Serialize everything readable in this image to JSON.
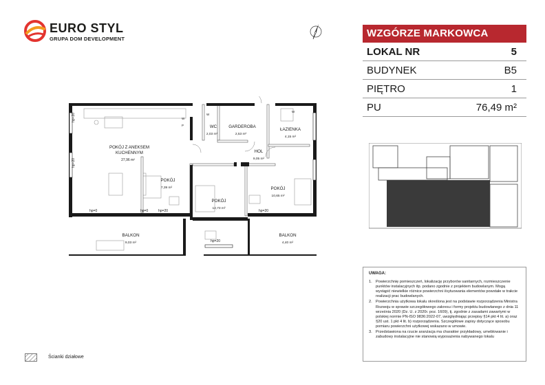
{
  "brand": {
    "name": "EURO STYL",
    "subtitle": "GRUPA DOM DEVELOPMENT",
    "colors": {
      "red": "#e3342f",
      "orange": "#f39a1e"
    }
  },
  "project": {
    "name": "WZGÓRZE MARKOWCA",
    "accent_color": "#b8282f"
  },
  "unit": {
    "lokal_label": "LOKAL NR",
    "lokal_value": "5",
    "budynek_label": "BUDYNEK",
    "budynek_value": "B5",
    "pietro_label": "PIĘTRO",
    "pietro_value": "1",
    "pu_label": "PU",
    "pu_value": "76,49 m²"
  },
  "rooms": {
    "living_1": "POKÓJ Z ANEKSEM",
    "living_2": "KUCHENNYM",
    "living_area": "27,96 m²",
    "wc": "WC",
    "wc_area": "2,03 m²",
    "garderoba": "GARDEROBA",
    "garderoba_area": "2,53 m²",
    "lazienka": "ŁAZIENKA",
    "lazienka_area": "4,15 m²",
    "hol": "HOL",
    "hol_area": "9,05 m²",
    "pokoj_small": "POKÓJ",
    "pokoj_small_area": "7,39 m²",
    "pokoj_mid": "POKÓJ",
    "pokoj_mid_area": "12,73 m²",
    "pokoj_right": "POKÓJ",
    "pokoj_right_area": "10,65 m²",
    "balkon_left": "BALKON",
    "balkon_left_area": "9,03 m²",
    "balkon_right": "BALKON",
    "balkon_right_area": "4,40 m²"
  },
  "heights": {
    "hp20": "hp=20",
    "hp0": "hp=0"
  },
  "marks": {
    "w": "W",
    "p": "P"
  },
  "notes": {
    "title": "UWAGA:",
    "items": [
      {
        "num": "1.",
        "text": "Powierzchnię pomieszczeń, lokalizację przyborów sanitarnych, rozmieszczenie punktów instalacyjnych itp. podano zgodnie z projektem budowlanym. Mogą wystąpić niewielkie różnice powierzchni i/sytuowania elementów powstałe w trakcie realizacji prac budowlanych."
      },
      {
        "num": "2.",
        "text": "Powierzchnia użytkowa lokalu określona jest na podstawie rozporządzenia Ministra Rozwoju w sprawie szczegółowego zakresu i formy projektu budowlanego z dnia 11 września 2020 (Dz. U. z 2020r. poz. 1609), tj. zgodnie z zasadami zawartymi w polskiej normie PN-ISO 9836:2022-07, uwzględniając przepisy §14 pkt 4 lit. a) oraz §20 ust. 1 pkt 4 lit. b) rozporządzenia. Szczegółowe zapisy dotyczące sposobu pomiaru powierzchni użytkowej wskazano w umowie."
      },
      {
        "num": "3.",
        "text": "Przedstawiona na rzucie aranżacja ma charakter przykładowy, umeblowanie i zabudowy instalacyjne nie stanowią wyposażenia nabywanego lokalu"
      }
    ]
  },
  "legend": {
    "label": "Ścianki działowe"
  }
}
